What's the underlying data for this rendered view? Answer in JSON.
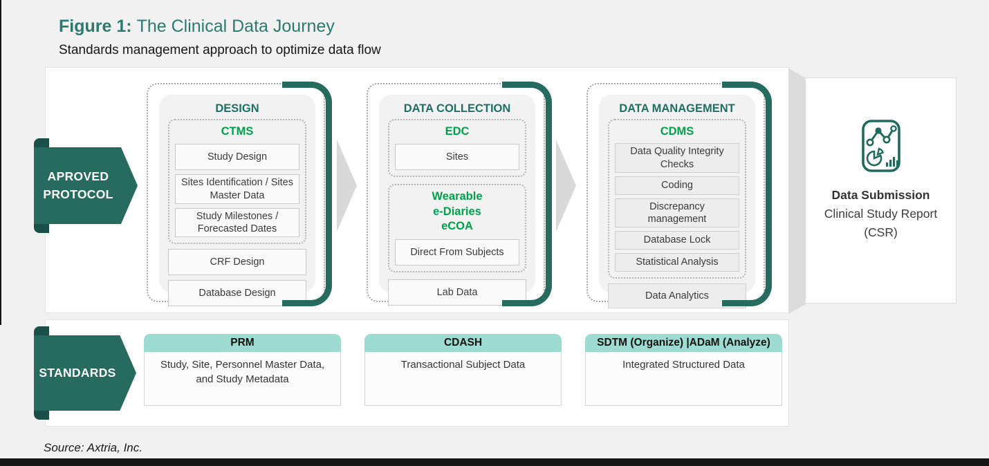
{
  "page": {
    "title_prefix": "Figure 1:",
    "title_rest": "The Clinical Data Journey",
    "subtitle": "Standards management approach to optimize data flow",
    "source": "Source: Axtria, Inc."
  },
  "colors": {
    "teal": "#266b5e",
    "teal_dark": "#1b5048",
    "title_teal": "#2b7a6e",
    "green": "#00a14b",
    "mint_header": "#9edcd1",
    "arrow_gray": "#d9d9d9"
  },
  "ribbons": {
    "protocol_label": "APROVED\nPROTOCOL",
    "standards_label": "STANDARDS"
  },
  "journey": {
    "panels": [
      {
        "title": "DESIGN",
        "groups": [
          {
            "system": "CTMS",
            "items": [
              "Study Design",
              "Sites Identification / Sites Master Data",
              "Study Milestones / Forecasted Dates"
            ]
          }
        ],
        "extra_items": [
          "CRF Design",
          "Database Design"
        ]
      },
      {
        "title": "DATA COLLECTION",
        "groups": [
          {
            "system": "EDC",
            "items": [
              "Sites"
            ]
          },
          {
            "system": "Wearable\ne-Diaries\neCOA",
            "items": [
              "Direct From Subjects"
            ]
          }
        ],
        "extra_items": [
          "Lab Data"
        ]
      },
      {
        "title": "DATA MANAGEMENT",
        "groups": [
          {
            "system": "CDMS",
            "items": [
              "Data Quality Integrity Checks",
              "Coding",
              "Discrepancy management",
              "Database Lock",
              "Statistical Analysis"
            ]
          }
        ],
        "extra_items": [
          "Data Analytics"
        ]
      }
    ]
  },
  "submission": {
    "icon": "report-charts-icon",
    "title": "Data Submission",
    "line2": "Clinical Study Report",
    "line3": "(CSR)"
  },
  "standards_row": [
    {
      "header": "PRM",
      "body": "Study, Site, Personnel Master Data, and Study Metadata"
    },
    {
      "header": "CDASH",
      "body": "Transactional Subject Data"
    },
    {
      "header": "SDTM (Organize) |ADaM (Analyze)",
      "body": "Integrated Structured Data"
    }
  ]
}
